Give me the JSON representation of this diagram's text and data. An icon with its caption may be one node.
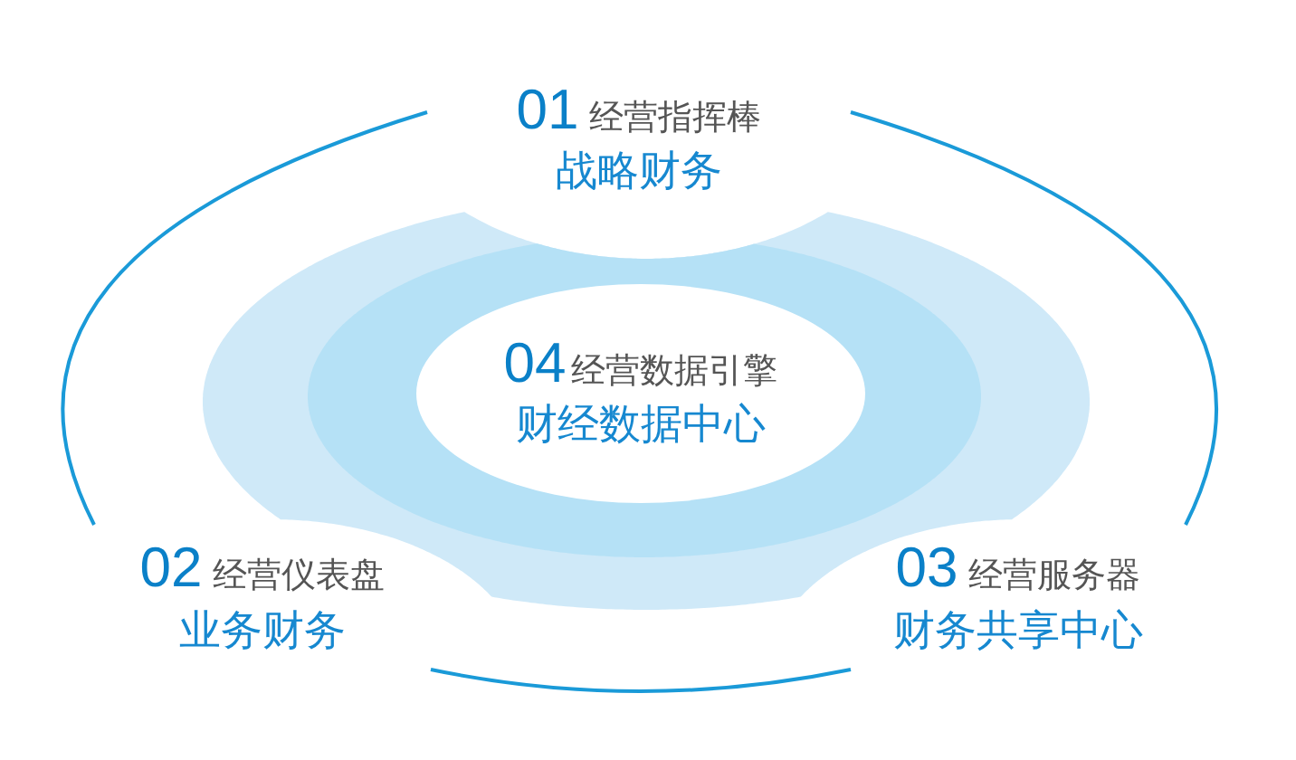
{
  "diagram": {
    "nodes": [
      {
        "text": [
          "01",
          "经营指挥棒",
          "战略财务"
        ]
      },
      {
        "text": [
          "02",
          "经营仪表盘",
          "业务财务"
        ]
      },
      {
        "text": [
          "03",
          "经营服务器",
          "财务共享中心"
        ]
      },
      {
        "text": [
          "04",
          "经营数据引擎",
          "财经数据中心"
        ]
      }
    ],
    "edges": [
      {
        "from": 0,
        "to": 1,
        "arrow": "none"
      },
      {
        "from": 0,
        "to": 2,
        "arrow": "none"
      },
      {
        "from": 1,
        "to": 2,
        "arrow": "none"
      }
    ]
  }
}
